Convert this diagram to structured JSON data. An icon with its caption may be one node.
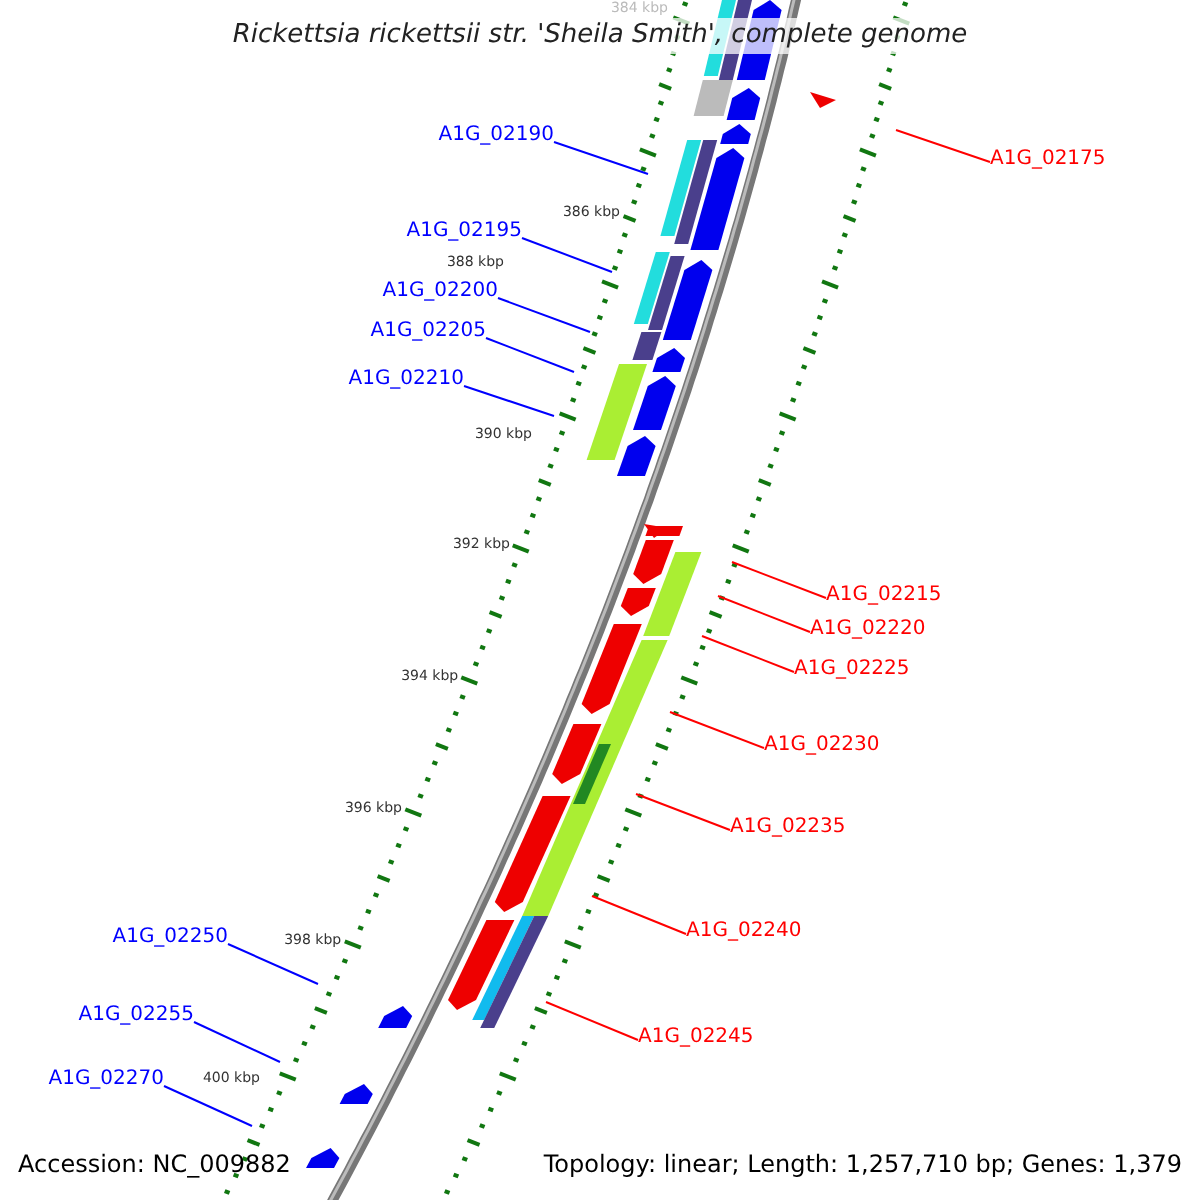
{
  "diagram": {
    "title": "Rickettsia rickettsii str. 'Sheila Smith', complete genome",
    "nodes": [
      {
        "text": [
          "A1G_02190"
        ]
      },
      {
        "text": [
          "A1G_02175"
        ]
      },
      {
        "text": [
          "A1G_02195"
        ]
      },
      {
        "text": [
          "A1G_02200"
        ]
      },
      {
        "text": [
          "A1G_02205"
        ]
      },
      {
        "text": [
          "A1G_02210"
        ]
      },
      {
        "text": [
          "A1G_02215"
        ]
      },
      {
        "text": [
          "A1G_02220"
        ]
      },
      {
        "text": [
          "A1G_02225"
        ]
      },
      {
        "text": [
          "A1G_02230"
        ]
      },
      {
        "text": [
          "A1G_02235"
        ]
      },
      {
        "text": [
          "A1G_02240"
        ]
      },
      {
        "text": [
          "A1G_02250"
        ]
      },
      {
        "text": [
          "A1G_02255"
        ]
      },
      {
        "text": [
          "A1G_02245"
        ]
      },
      {
        "text": [
          "A1G_02270"
        ]
      }
    ],
    "edges": [
      {
        "from": 0,
        "to": null,
        "arrow": "none",
        "color": "#0000ff"
      },
      {
        "from": 1,
        "to": null,
        "arrow": "none",
        "color": "#ff0000"
      },
      {
        "from": 2,
        "to": null,
        "arrow": "none",
        "color": "#0000ff"
      },
      {
        "from": 3,
        "to": null,
        "arrow": "none",
        "color": "#0000ff"
      },
      {
        "from": 4,
        "to": null,
        "arrow": "none",
        "color": "#0000ff"
      },
      {
        "from": 5,
        "to": null,
        "arrow": "none",
        "color": "#0000ff"
      },
      {
        "from": 6,
        "to": null,
        "arrow": "none",
        "color": "#ff0000"
      },
      {
        "from": 7,
        "to": null,
        "arrow": "none",
        "color": "#ff0000"
      },
      {
        "from": 8,
        "to": null,
        "arrow": "none",
        "color": "#ff0000"
      },
      {
        "from": 9,
        "to": null,
        "arrow": "none",
        "color": "#ff0000"
      },
      {
        "from": 10,
        "to": null,
        "arrow": "none",
        "color": "#ff0000"
      },
      {
        "from": 11,
        "to": null,
        "arrow": "none",
        "color": "#ff0000"
      },
      {
        "from": 12,
        "to": null,
        "arrow": "none",
        "color": "#0000ff"
      },
      {
        "from": 13,
        "to": null,
        "arrow": "none",
        "color": "#0000ff"
      },
      {
        "from": 14,
        "to": null,
        "arrow": "none",
        "color": "#ff0000"
      },
      {
        "from": 15,
        "to": null,
        "arrow": "none",
        "color": "#0000ff"
      }
    ],
    "labels": [
      "384 kbp",
      "386 kbp",
      "388 kbp",
      "390 kbp",
      "392 kbp",
      "394 kbp",
      "396 kbp",
      "398 kbp",
      "400 kbp",
      "Accession: NC_009882",
      "Topology: linear; Length: 1,257,710 bp; Genes: 1,379"
    ]
  }
}
